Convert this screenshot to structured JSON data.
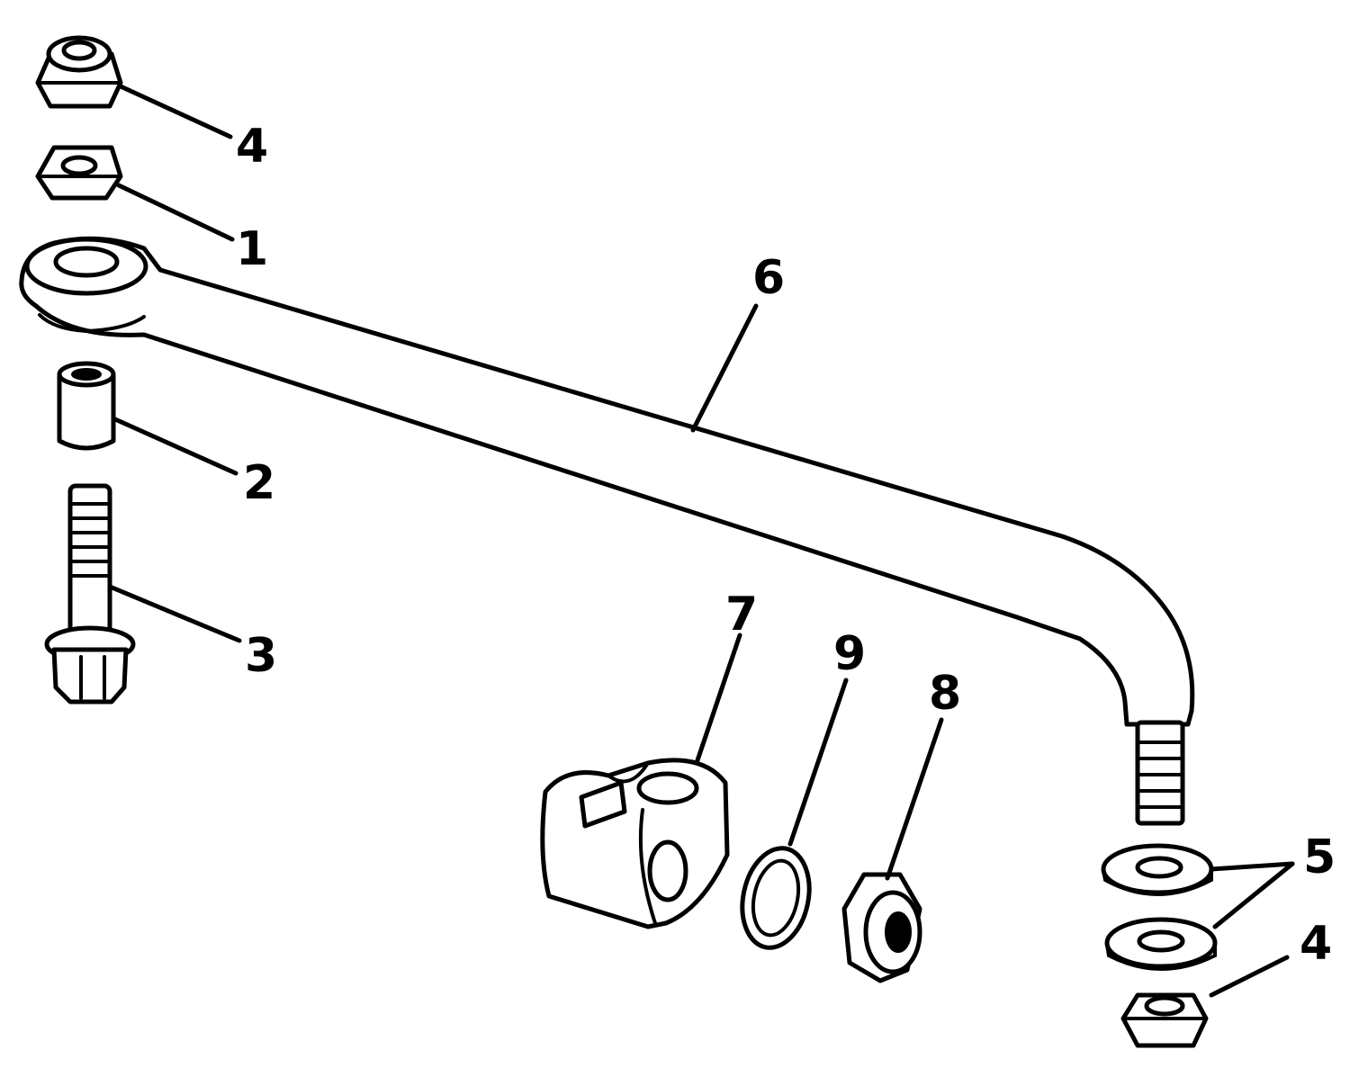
{
  "callouts": {
    "c4a": "4",
    "c1": "1",
    "c2": "2",
    "c3": "3",
    "c6": "6",
    "c7": "7",
    "c9": "9",
    "c8": "8",
    "c5": "5",
    "c4b": "4"
  }
}
